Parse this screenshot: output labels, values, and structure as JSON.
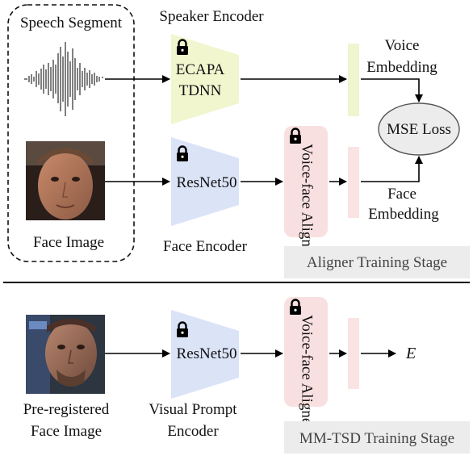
{
  "top": {
    "speech_segment": "Speech Segment",
    "face_image": "Face Image",
    "speaker_encoder": "Speaker Encoder",
    "ecapa_line1": "ECAPA",
    "ecapa_line2": "TDNN",
    "resnet": "ResNet50",
    "face_encoder": "Face Encoder",
    "aligner": "Voice-face Aligner",
    "voice_embedding_line1": "Voice",
    "voice_embedding_line2": "Embedding",
    "face_embedding_line1": "Face",
    "face_embedding_line2": "Embedding",
    "loss": "MSE Loss",
    "stage_label": "Aligner Training Stage"
  },
  "bottom": {
    "face_image_line1": "Pre-registered",
    "face_image_line2": "Face Image",
    "resnet": "ResNet50",
    "encoder_line1": "Visual Prompt",
    "encoder_line2": "Encoder",
    "aligner": "Voice-face Aligner",
    "output_symbol": "E",
    "stage_label": "MM-TSD Training Stage"
  },
  "icons": [
    "lock-icon",
    "waveform-icon",
    "face-photo-icon"
  ],
  "colors": {
    "speaker_encoder_fill": "#f1f6cf",
    "face_encoder_fill": "#dbe3f7",
    "aligner_fill": "#f9e0e0",
    "voice_embedding_fill": "#eef5cf",
    "face_embedding_fill": "#f9e3e3",
    "loss_fill": "#ececec",
    "stage_label_fill": "#ececec"
  }
}
